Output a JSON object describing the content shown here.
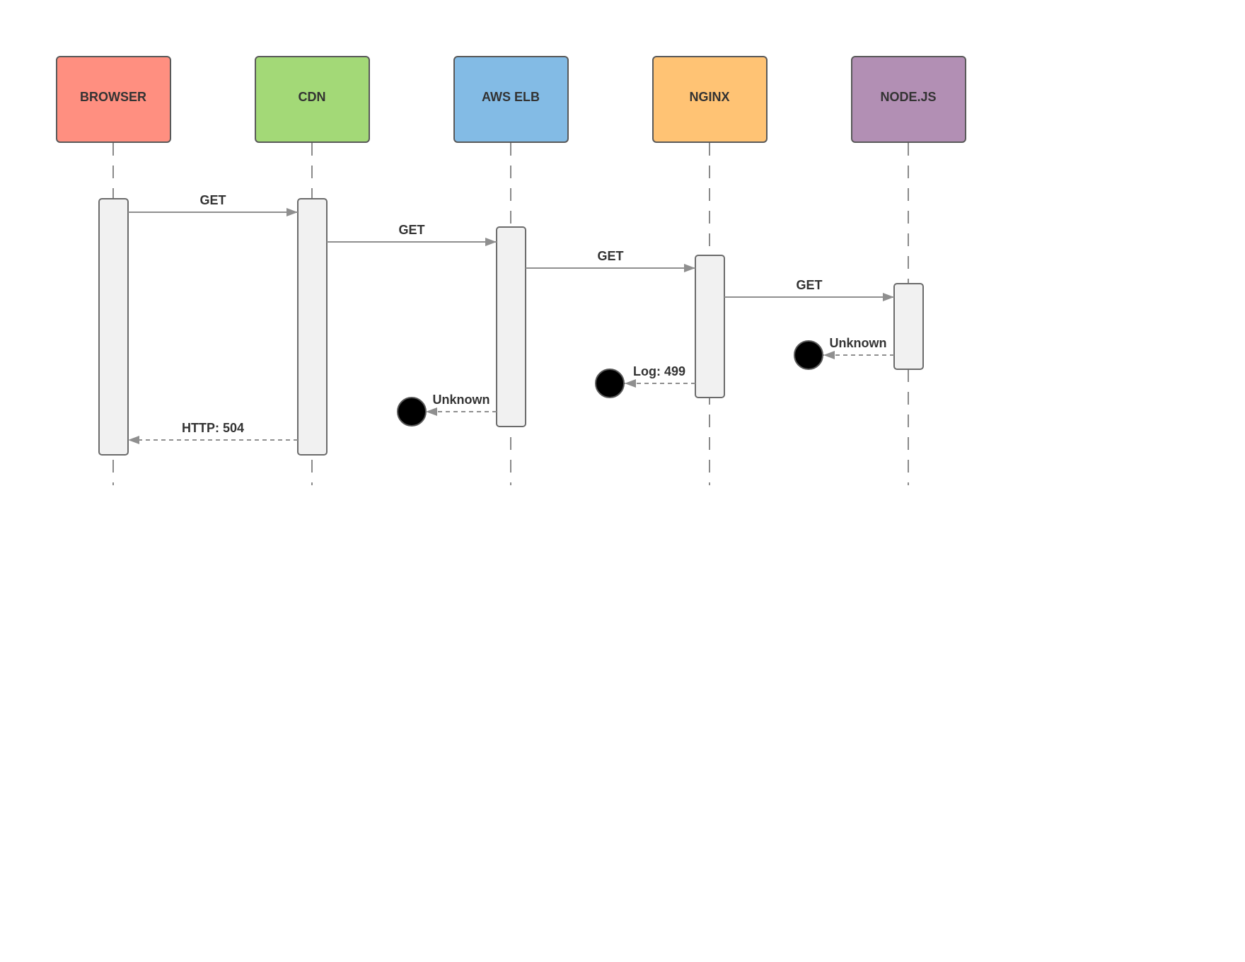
{
  "participants": [
    {
      "id": "browser",
      "label": "BROWSER",
      "color": "#ff8f80"
    },
    {
      "id": "cdn",
      "label": "CDN",
      "color": "#a3d977"
    },
    {
      "id": "aws-elb",
      "label": "AWS ELB",
      "color": "#83bbe5"
    },
    {
      "id": "nginx",
      "label": "NGINX",
      "color": "#ffc374"
    },
    {
      "id": "nodejs",
      "label": "NODE.JS",
      "color": "#b28fb4"
    }
  ],
  "messages": [
    {
      "id": "get-browser-cdn",
      "label": "GET",
      "from": "browser",
      "to": "cdn",
      "style": "solid"
    },
    {
      "id": "get-cdn-elb",
      "label": "GET",
      "from": "cdn",
      "to": "aws-elb",
      "style": "solid"
    },
    {
      "id": "get-elb-nginx",
      "label": "GET",
      "from": "aws-elb",
      "to": "nginx",
      "style": "solid"
    },
    {
      "id": "get-nginx-node",
      "label": "GET",
      "from": "nginx",
      "to": "nodejs",
      "style": "solid"
    },
    {
      "id": "unknown-node",
      "label": "Unknown",
      "from": "nodejs",
      "to": "lost",
      "style": "dashed"
    },
    {
      "id": "log-499-nginx",
      "label": "Log: 499",
      "from": "nginx",
      "to": "lost",
      "style": "dashed"
    },
    {
      "id": "unknown-elb",
      "label": "Unknown",
      "from": "aws-elb",
      "to": "lost",
      "style": "dashed"
    },
    {
      "id": "http-504",
      "label": "HTTP: 504",
      "from": "cdn",
      "to": "browser",
      "style": "dashed"
    }
  ],
  "colors": {
    "line": "#8f8f8f",
    "activation_fill": "#f1f1f1",
    "end_dot": "#000000"
  }
}
